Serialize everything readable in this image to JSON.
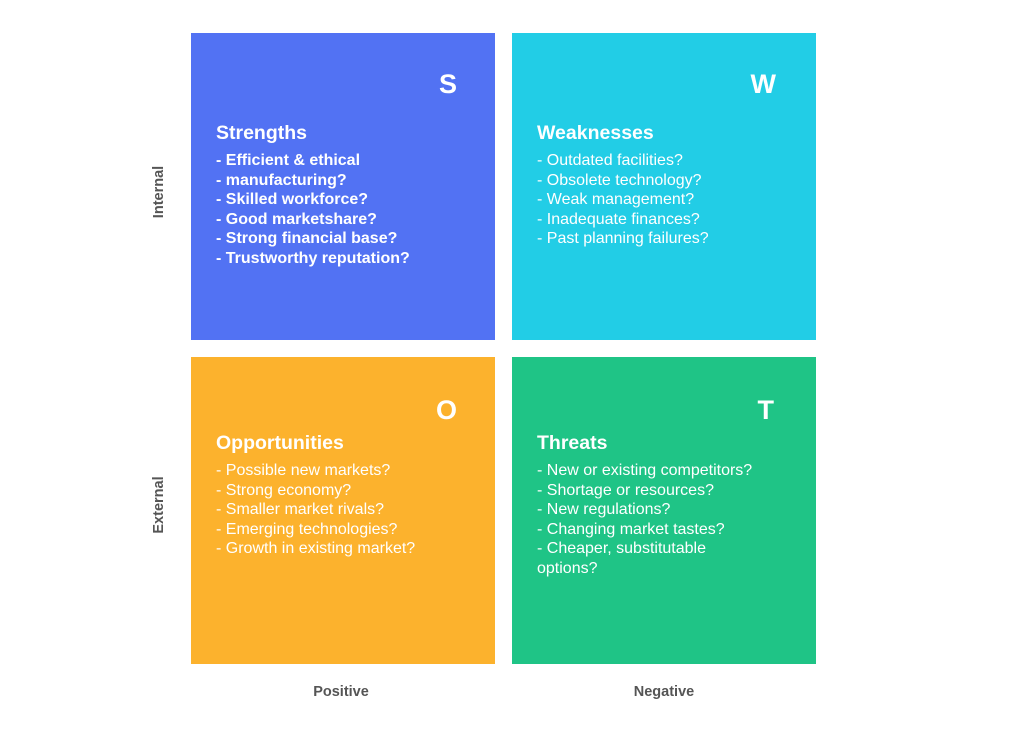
{
  "colors": {
    "strengths": "#5272F3",
    "weaknesses": "#22CDE6",
    "opportunities": "#FCB22D",
    "threats": "#1FC486",
    "axis_text": "#555555"
  },
  "axes": {
    "internal": "Internal",
    "external": "External",
    "positive": "Positive",
    "negative": "Negative"
  },
  "quadrants": {
    "strengths": {
      "letter": "S",
      "title": "Strengths",
      "items": [
        "- Efficient & ethical",
        "- manufacturing?",
        "- Skilled workforce?",
        "- Good marketshare?",
        "- Strong financial base?",
        "- Trustworthy reputation?"
      ]
    },
    "weaknesses": {
      "letter": "W",
      "title": "Weaknesses",
      "items": [
        "- Outdated facilities?",
        "- Obsolete technology?",
        "- Weak management?",
        "- Inadequate finances?",
        "- Past planning failures?"
      ]
    },
    "opportunities": {
      "letter": "O",
      "title": "Opportunities",
      "items": [
        "- Possible new markets?",
        "- Strong economy?",
        "- Smaller market rivals?",
        "- Emerging technologies?",
        "- Growth in existing market?"
      ]
    },
    "threats": {
      "letter": "T",
      "title": "Threats",
      "items": [
        "- New or existing competitors?",
        "- Shortage or resources?",
        "- New regulations?",
        "- Changing market tastes?",
        "- Cheaper, substitutable",
        "options?"
      ]
    }
  }
}
